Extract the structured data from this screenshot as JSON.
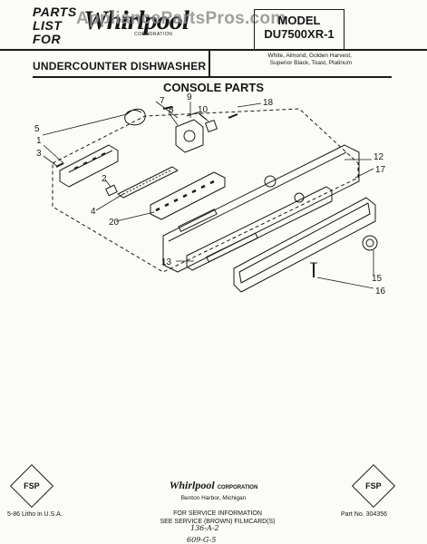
{
  "header": {
    "parts_list_lines": [
      "PARTS",
      "LIST",
      "FOR"
    ],
    "brand": "Whirlpool",
    "brand_corp": "CORPORATION",
    "watermark": "AppliancePartsPros.com",
    "model_label": "MODEL",
    "model_number": "DU7500XR-1",
    "product": "UNDERCOUNTER DISHWASHER",
    "colors_line1": "White, Almond, Golden Harvest,",
    "colors_line2": "Superior Black, Toast, Platinum"
  },
  "section_title": "CONSOLE PARTS",
  "callouts": {
    "c1": "1",
    "c2": "2",
    "c3": "3",
    "c4": "4",
    "c5": "5",
    "c7": "7",
    "c8": "8",
    "c9": "9",
    "c10": "10",
    "c12": "12",
    "c13": "13",
    "c15": "15",
    "c16": "16",
    "c17": "17",
    "c18": "18",
    "c20": "20"
  },
  "footer": {
    "fsp_left": "FSP",
    "fsp_right": "FSP",
    "brand": "Whirlpool",
    "brand_corp": "CORPORATION",
    "city": "Benton Harbor, Michigan",
    "service_line1": "FOR SERVICE INFORMATION",
    "service_line2": "SEE SERVICE (BROWN) FILMCARD(S)",
    "handwritten1": "136-A-2",
    "handwritten2": "609-G-5",
    "litho": "5-86 Litho in U.S.A.",
    "part_no": "Part No. 304356"
  },
  "colors": {
    "ink": "#161616",
    "paper": "#fbfbf8",
    "watermark": "#8f8f8f"
  }
}
